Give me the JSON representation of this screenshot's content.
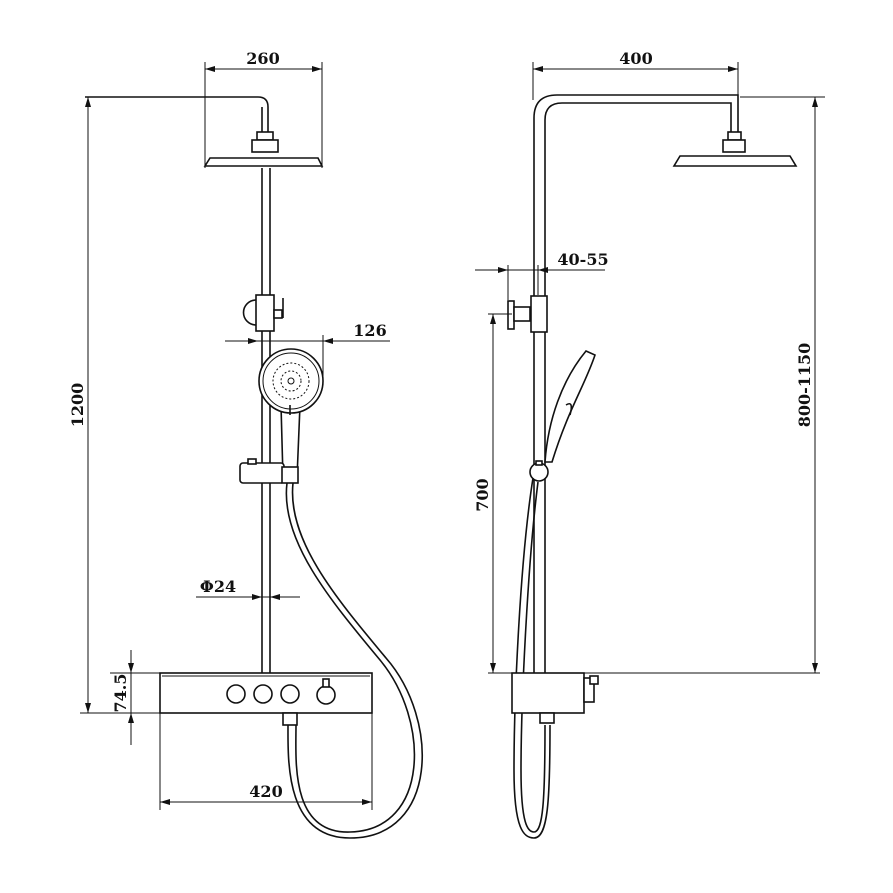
{
  "title": "Shower system dimension drawing",
  "front_view": {
    "head_width": "260",
    "total_height": "1200",
    "hand_shower_diameter": "126",
    "rail_diameter": "Φ24",
    "mixer_height": "74.5",
    "mixer_width": "420"
  },
  "side_view": {
    "arm_projection": "400",
    "wall_offset": "40-55",
    "bracket_height": "700",
    "adjustable_height": "800-1150"
  }
}
